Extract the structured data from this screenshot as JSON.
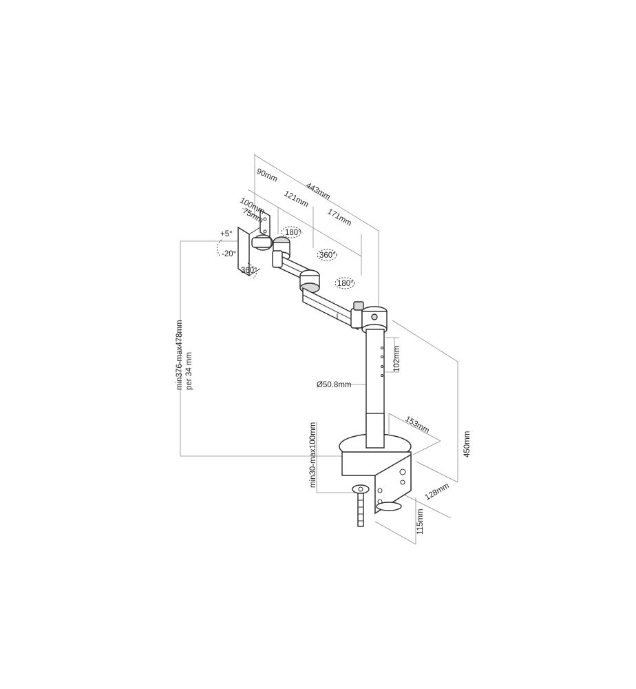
{
  "colors": {
    "line": "#2a2a2a",
    "dimension": "#8a8a8a",
    "background": "#ffffff"
  },
  "dimensions": {
    "d_90": "90mm",
    "d_443": "443mm",
    "d_100": "100mm",
    "d_121": "121mm",
    "d_75": "75mm",
    "d_171": "171mm",
    "d_102": "102mm",
    "d_diameter": "Ø50.8mm",
    "d_153": "153mm",
    "d_450": "450mm",
    "d_128": "128mm",
    "d_115": "115mm",
    "height_range": "min376-max478mm",
    "height_per": "per 34 mm",
    "clamp_range": "min30-max100mm"
  },
  "rotations": {
    "tilt_up": "+5°",
    "tilt_down": "-20°",
    "rotate_plate": "360°",
    "swivel_1": "180°",
    "swivel_2": "360°",
    "swivel_3": "180°"
  }
}
